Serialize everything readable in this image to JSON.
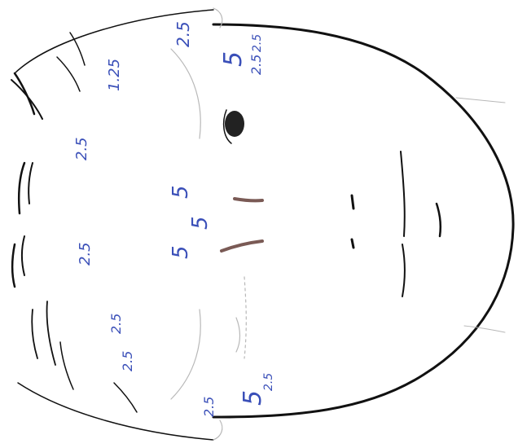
{
  "ink_color": "#3a4fb8",
  "line_color": "#111111",
  "annotations": {
    "left_brow_upper": "2.5",
    "left_brow_lower": "2.5",
    "left_temple": "1.25",
    "left_crowsfeet_mid": "5",
    "left_crowsfeet_small": "2.5",
    "center_forehead_upper": "2.5",
    "center_forehead_lower": "2.5",
    "glabella_top": "5",
    "glabella_mid": "5",
    "glabella_bottom": "5",
    "right_forehead_a": "2.5",
    "right_forehead_b": "2.5",
    "right_temple": "2.5",
    "right_crowsfeet_mid": "5",
    "right_crowsfeet_small": "2.5"
  }
}
